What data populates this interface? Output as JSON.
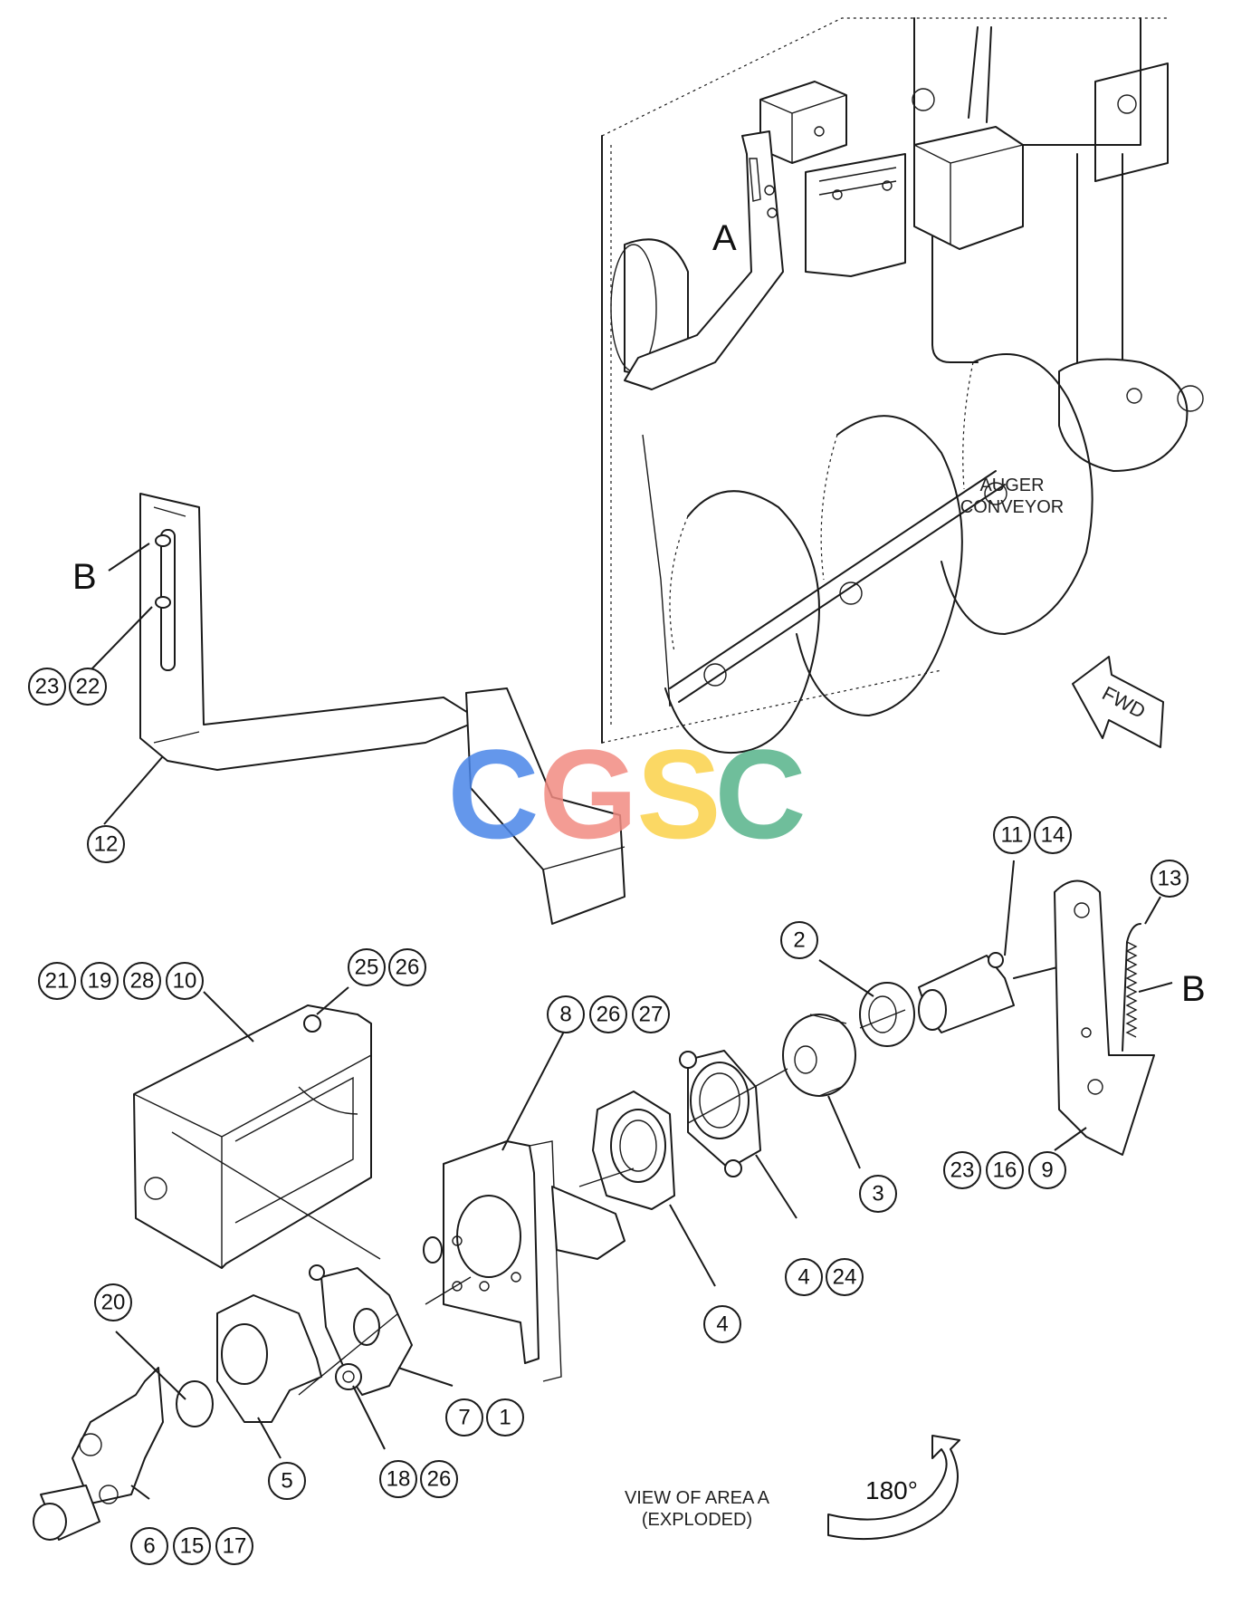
{
  "labels": {
    "area_a": "A",
    "point_b_top": "B",
    "point_b_right": "B",
    "auger_line1": "AUGER",
    "auger_line2": "CONVEYOR",
    "fwd": "FWD",
    "view_line1": "VIEW OF AREA A",
    "view_line2": "(EXPLODED)",
    "rotation": "180°"
  },
  "watermark": {
    "letters": [
      "C",
      "G",
      "S",
      "C"
    ],
    "colors": [
      "#4a86e8",
      "#f28b82",
      "#fbd24a",
      "#57b38a"
    ]
  },
  "callouts": {
    "c23a": "23",
    "c22": "22",
    "c12": "12",
    "c11": "11",
    "c14": "14",
    "c13": "13",
    "c2": "2",
    "c21": "21",
    "c19": "19",
    "c28": "28",
    "c10": "10",
    "c25": "25",
    "c26a": "26",
    "c8": "8",
    "c26b": "26",
    "c27": "27",
    "c3": "3",
    "c23b": "23",
    "c16": "16",
    "c9": "9",
    "c4a": "4",
    "c24": "24",
    "c4b": "4",
    "c20": "20",
    "c7": "7",
    "c1": "1",
    "c5": "5",
    "c18": "18",
    "c26c": "26",
    "c6": "6",
    "c15": "15",
    "c17": "17"
  }
}
